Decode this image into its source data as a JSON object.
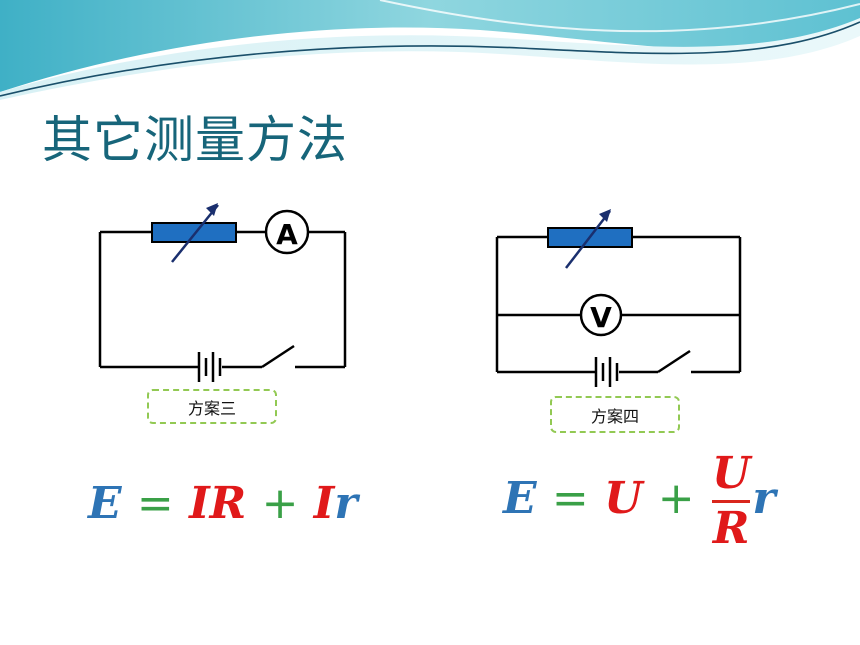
{
  "slide": {
    "title": "其它测量方法"
  },
  "circuits": [
    {
      "name": "方案三",
      "meter_symbol": "A"
    },
    {
      "name": "方案四",
      "meter_symbol": "V"
    }
  ],
  "equations": [
    {
      "E": "E",
      "eq": "=",
      "I1": "I",
      "R": "R",
      "plus": "+",
      "I2": "I",
      "r": "r"
    },
    {
      "E": "E",
      "eq": "=",
      "U": "U",
      "plus": "+",
      "num": "U",
      "den": "R",
      "r": "r"
    }
  ],
  "colors": {
    "title": "#17657a",
    "resistor": "#1f6fc1",
    "label_border": "#92c953",
    "eq_blue": "#2e74b5",
    "eq_red": "#e0191a",
    "eq_green": "#3aa047"
  }
}
